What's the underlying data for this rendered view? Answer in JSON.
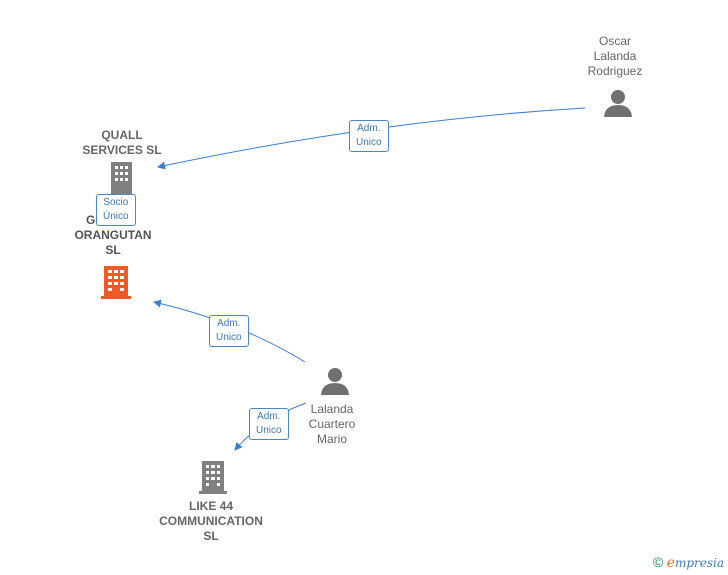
{
  "nodes": {
    "oscar": {
      "lines": [
        "Oscar",
        "Lalanda",
        "Rodriguez"
      ]
    },
    "quall": {
      "lines": [
        "QUALL",
        "SERVICES SL"
      ]
    },
    "orangutan": {
      "lines": [
        "G",
        "ORANGUTAN",
        "SL"
      ]
    },
    "lalanda": {
      "lines": [
        "Lalanda",
        "Cuartero",
        "Mario"
      ]
    },
    "like44": {
      "lines": [
        "LIKE 44",
        "COMMUNICATION",
        "SL"
      ]
    }
  },
  "edges": {
    "oscar_quall": [
      "Adm.",
      "Unico"
    ],
    "quall_orangutan": [
      "Socio",
      "Único"
    ],
    "lalanda_orangutan": [
      "Adm.",
      "Unico"
    ],
    "lalanda_like44": [
      "Adm.",
      "Unico"
    ]
  },
  "colors": {
    "edge": "#3d7dd0",
    "company": "#808080",
    "focus_company": "#f05a28",
    "person": "#707070"
  },
  "footer": {
    "copyright": "©",
    "brand_e": "e",
    "brand_rest": "mpresia"
  }
}
